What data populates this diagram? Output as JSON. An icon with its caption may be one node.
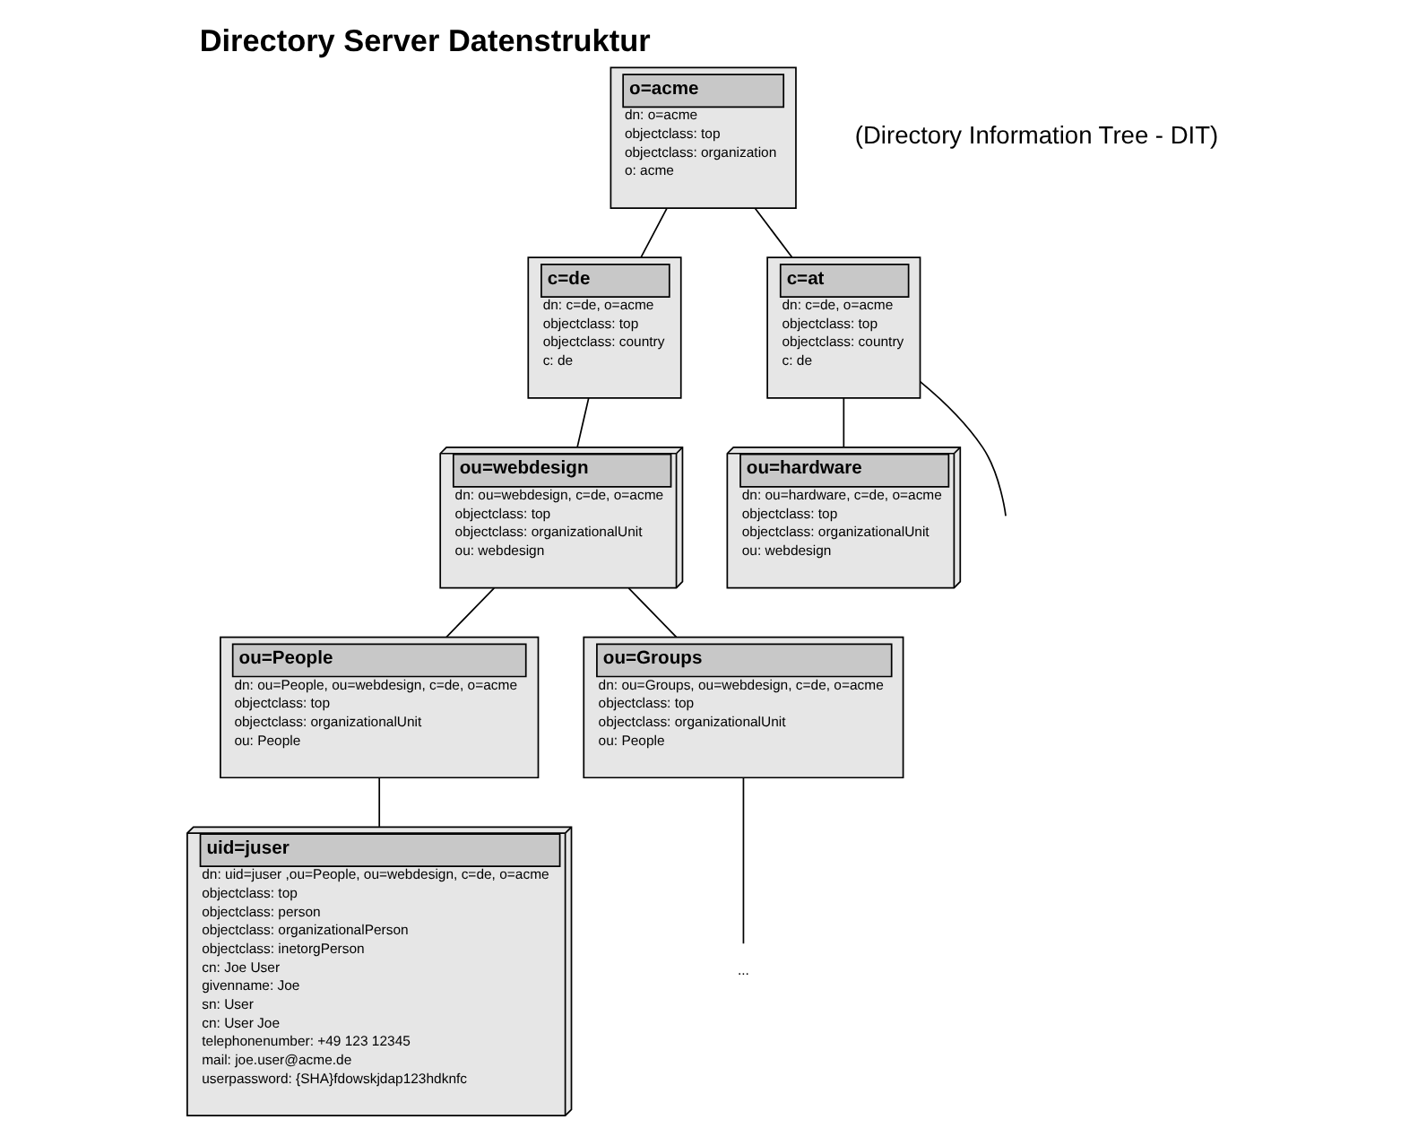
{
  "diagram": {
    "title": "Directory Server Datenstruktur",
    "nodes": [
      {
        "text": [
          "o=acme",
          "dn: o=acme",
          "objectclass: top",
          "objectclass: organization",
          "o: acme"
        ]
      },
      {
        "text": [
          "c=de",
          "dn: c=de, o=acme",
          "objectclass: top",
          "objectclass: country",
          "c: de"
        ]
      },
      {
        "text": [
          "c=at",
          "dn: c=de, o=acme",
          "objectclass: top",
          "objectclass: country",
          "c: de"
        ]
      },
      {
        "text": [
          "ou=webdesign",
          "dn: ou=webdesign, c=de, o=acme",
          "objectclass: top",
          "objectclass: organizationalUnit",
          "ou: webdesign"
        ]
      },
      {
        "text": [
          "ou=hardware",
          "dn: ou=hardware, c=de, o=acme",
          "objectclass: top",
          "objectclass: organizationalUnit",
          "ou: webdesign"
        ]
      },
      {
        "text": [
          "ou=People",
          "dn: ou=People, ou=webdesign, c=de, o=acme",
          "objectclass: top",
          "objectclass: organizationalUnit",
          "ou: People"
        ]
      },
      {
        "text": [
          "ou=Groups",
          "dn: ou=Groups, ou=webdesign, c=de, o=acme",
          "objectclass: top",
          "objectclass: organizationalUnit",
          "ou: People"
        ]
      },
      {
        "text": [
          "uid=juser",
          "dn: uid=juser ,ou=People, ou=webdesign, c=de, o=acme",
          "objectclass: top",
          "objectclass: person",
          "objectclass: organizationalPerson",
          "objectclass: inetorgPerson",
          "cn: Joe User",
          "givenname: Joe",
          "sn: User",
          "cn: User Joe",
          "telephonenumber: +49 123 12345",
          "mail: joe.user@acme.de",
          "userpassword: {SHA}fdowskjdap123hdknfc"
        ]
      },
      {
        "text": [
          "..."
        ]
      }
    ],
    "edges": [
      {
        "from": 0,
        "to": 1,
        "arrow": "none"
      },
      {
        "from": 0,
        "to": 2,
        "arrow": "none"
      },
      {
        "from": 1,
        "to": 3,
        "arrow": "none"
      },
      {
        "from": 2,
        "to": 4,
        "arrow": "none"
      },
      {
        "from": 2,
        "to": null,
        "arrow": "none"
      },
      {
        "from": 3,
        "to": 5,
        "arrow": "none"
      },
      {
        "from": 3,
        "to": 6,
        "arrow": "none"
      },
      {
        "from": 5,
        "to": 7,
        "arrow": "none"
      },
      {
        "from": 6,
        "to": 8,
        "arrow": "none"
      }
    ],
    "labels": [
      "(Directory Information Tree - DIT)"
    ]
  }
}
